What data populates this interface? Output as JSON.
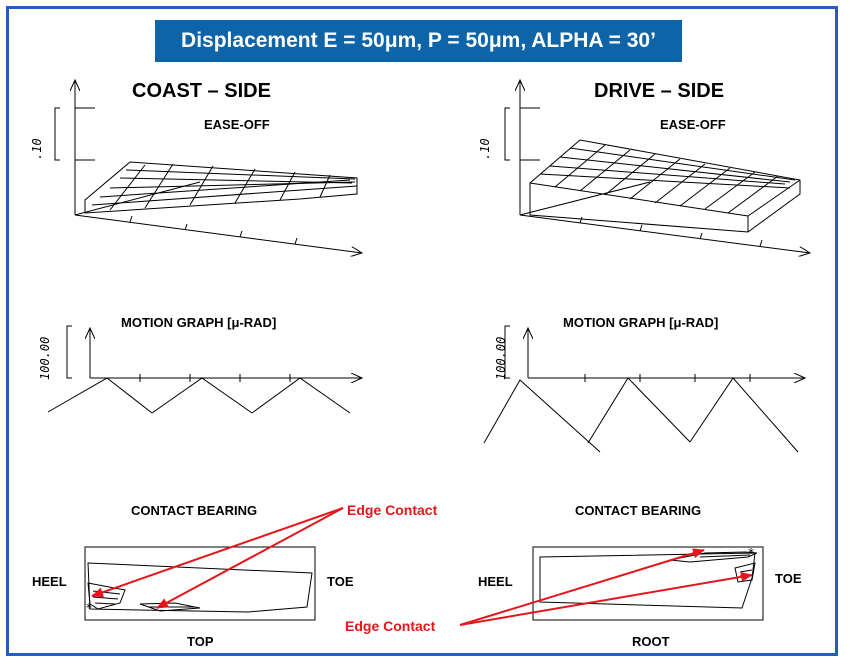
{
  "title": "Displacement E = 50μm, P = 50μm, ALPHA = 30’",
  "coast": {
    "heading": "COAST – SIDE",
    "ease_off": "EASE-OFF",
    "ease_scale": ".10",
    "motion": "MOTION GRAPH  [μ-RAD]",
    "motion_scale": "100.00",
    "contact": "CONTACT BEARING",
    "heel": "HEEL",
    "toe": "TOE",
    "bottom": "TOP"
  },
  "drive": {
    "heading": "DRIVE – SIDE",
    "ease_off": "EASE-OFF",
    "ease_scale": ".10",
    "motion": "MOTION GRAPH  [μ-RAD]",
    "motion_scale": "100.00",
    "contact": "CONTACT BEARING",
    "heel": "HEEL",
    "toe": "TOE",
    "bottom": "ROOT"
  },
  "annotations": {
    "edge_top": "Edge Contact",
    "edge_bottom": "Edge Contact"
  },
  "colors": {
    "banner": "#0d64a8",
    "frame": "#1f5fbf",
    "annotation": "#e3171b"
  }
}
